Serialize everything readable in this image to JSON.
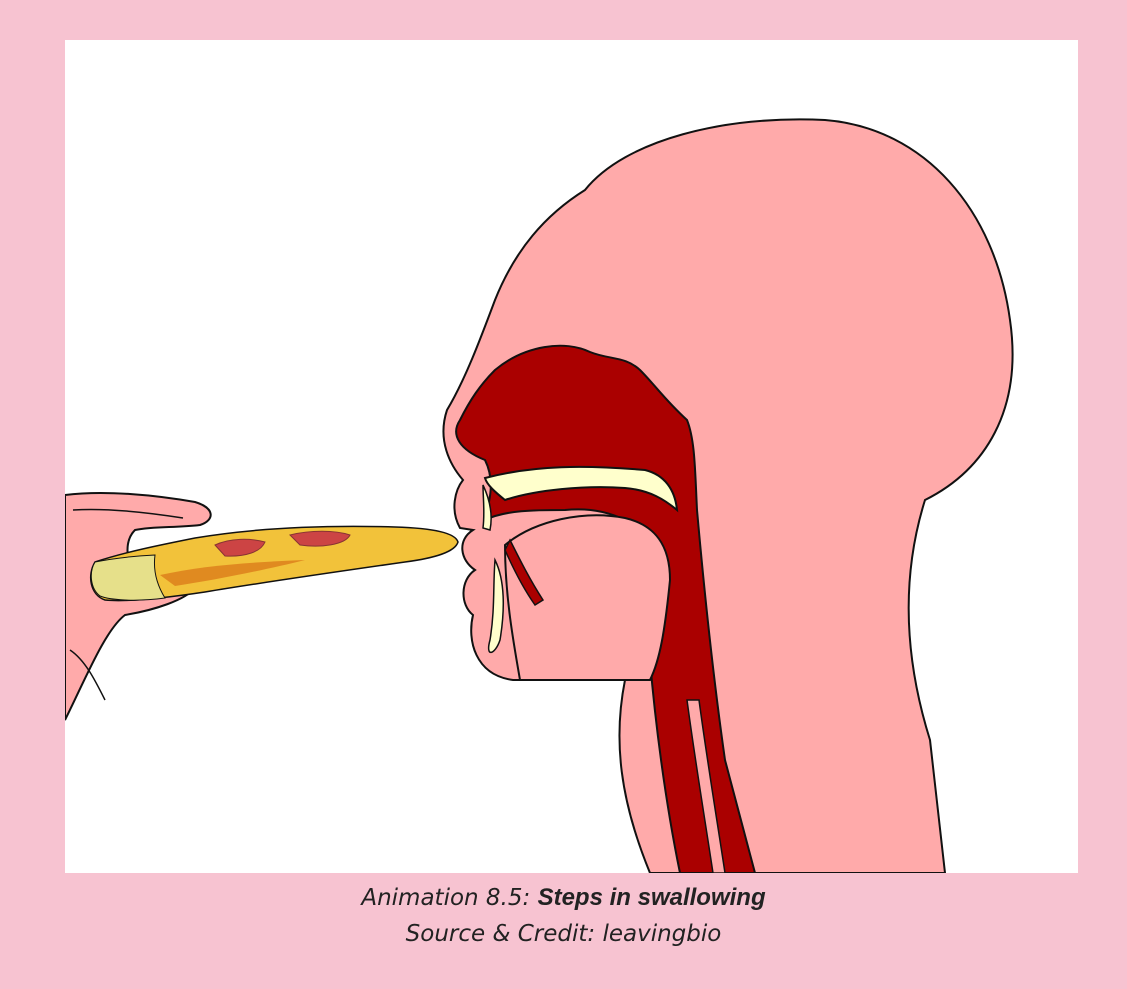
{
  "figure": {
    "illustration": "swallowing-animation-frame",
    "colors": {
      "page_background": "#f7c3d1",
      "skin": "#ffaaaa",
      "cavity": "#aa0000",
      "palate": "#ffffcc",
      "outline": "#111111",
      "pizza_crust": "#f2c23a",
      "pizza_sauce": "#cc4444"
    }
  },
  "caption": {
    "prefix": "Animation 8.5:",
    "title": "Steps in swallowing",
    "source": "Source & Credit: leavingbio"
  }
}
